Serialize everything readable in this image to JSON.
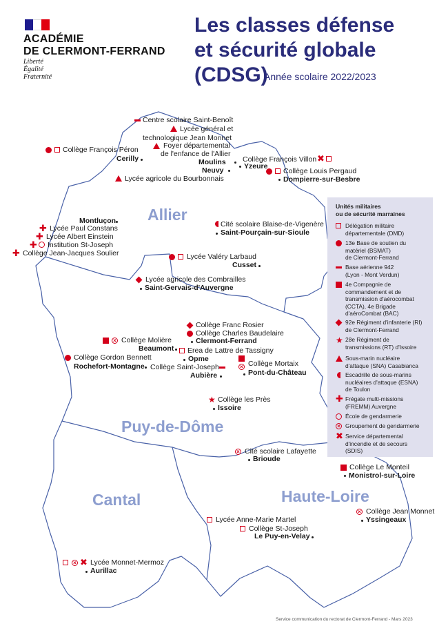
{
  "header": {
    "institution_line1": "ACADÉMIE",
    "institution_line2": "DE CLERMONT-FERRAND",
    "motto": [
      "Liberté",
      "Égalité",
      "Fraternité"
    ],
    "title_line1": "Les classes défense",
    "title_line2": "et sécurité globale",
    "title_acronym": "(CDSG)",
    "school_year": "Année scolaire 2022/2023"
  },
  "departments": {
    "allier": "Allier",
    "puy_de_dome": "Puy-de-Dôme",
    "cantal": "Cantal",
    "haute_loire": "Haute-Loire"
  },
  "labels": {
    "saint_benoit": "Centre scolaire Saint-Benoît",
    "jean_monnet_1": "Lycée général et",
    "jean_monnet_2": "technologique Jean Monnet",
    "foyer_1": "Foyer départemental",
    "foyer_2": "de l'enfance de l'Allier",
    "moulins": "Moulins",
    "peron": "Collège François Péron",
    "cerilly": "Cerilly",
    "villon": "Collège François Villon",
    "yzeure": "Yzeure",
    "neuvy": "Neuvy",
    "pergaud": "Collège Louis Pergaud",
    "dompierre": "Dompierre-sur-Besbre",
    "bourbonnais": "Lycée agricole du Bourbonnais",
    "montlucon": "Montluçon",
    "constans": "Lycée Paul Constans",
    "einstein": "Lycée Albert Einstein",
    "st_joseph_inst": "Institution St-Joseph",
    "soulier": "Collège Jean-Jacques Soulier",
    "vigenere": "Cité scolaire Blaise-de-Vigenère",
    "saint_pourcain": "Saint-Pourçain-sur-Sioule",
    "larbaud": "Lycée Valéry Larbaud",
    "cusset": "Cusset",
    "combrailles": "Lycée agricole des Combrailles",
    "saint_gervais": "Saint-Gervais-d'Auvergne",
    "rosier": "Collège Franc Rosier",
    "baudelaire": "Collège Charles Baudelaire",
    "clermont": "Clermont-Ferrand",
    "moliere": "Collège Molière",
    "beaumont": "Beaumont",
    "erea": "Erea de Lattre de Tassigny",
    "opme": "Opme",
    "bennett": "Collège Gordon Bennett",
    "rochefort": "Rochefort-Montagne",
    "st_joseph_col": "Collège Saint-Joseph",
    "aubiere": "Aubière",
    "mortaix": "Collège Mortaix",
    "pont_chateau": "Pont-du-Château",
    "pres": "Collège les Près",
    "issoire": "Issoire",
    "lafayette": "Cité scolaire Lafayette",
    "brioude": "Brioude",
    "monteil": "Collège Le Monteil",
    "monistrol": "Monistrol-sur-Loire",
    "jean_monnet_col": "Collège Jean Monnet",
    "yssingeaux": "Yssingeaux",
    "martel": "Lycée Anne-Marie Martel",
    "st_joseph_puy": "Collège St-Joseph",
    "le_puy": "Le Puy-en-Velay",
    "mermoz": "Lycée Monnet-Mermoz",
    "aurillac": "Aurillac"
  },
  "legend": {
    "title_line1": "Unités militaires",
    "title_line2": "ou de sécurité marraines",
    "items": [
      {
        "icon": "open-square",
        "text": "Délégation militaire\ndépartementale (DMD)"
      },
      {
        "icon": "filled-circle",
        "text": "13e Base de soutien du\nmatériel (BSMAT)\nde Clermont-Ferrand"
      },
      {
        "icon": "dash",
        "text": "Base aérienne 942\n(Lyon - Mont Verdun)"
      },
      {
        "icon": "filled-square",
        "text": "4e Compagnie de\ncommandement et de\ntransmission d'aérocombat\n(CCTA), 4e Brigade\nd'aéroCombat (BAC)"
      },
      {
        "icon": "diamond",
        "text": "92e Régiment d'infanterie (RI)\nde Clermont-Ferrand"
      },
      {
        "icon": "star",
        "text": "28e Régiment de\ntransmissions (RT) d'Issoire"
      },
      {
        "icon": "triangle",
        "text": "Sous-marin nucléaire\nd'attaque (SNA) Casabianca"
      },
      {
        "icon": "half-circle",
        "text": "Escadrille de sous-marins\nnucléaires d'attaque (ESNA)\nde Toulon"
      },
      {
        "icon": "cross",
        "text": "Frégate multi-missions\n(FREMM) Auvergne"
      },
      {
        "icon": "open-circle",
        "text": "École de gendarmerie"
      },
      {
        "icon": "circle-x",
        "text": "Groupement de gendarmerie"
      },
      {
        "icon": "x-mark",
        "text": "Service départemental\nd'incendie et de secours\n(SDIS)"
      }
    ]
  },
  "footer": "Service communication du rectorat de Clermont-Ferrand - Mars 2023",
  "colors": {
    "accent_red": "#d4001a",
    "title_blue": "#2a2c7a",
    "department_blue": "#8d9ecf",
    "border_blue": "#4a62a8",
    "legend_bg": "#e0e0ee"
  }
}
